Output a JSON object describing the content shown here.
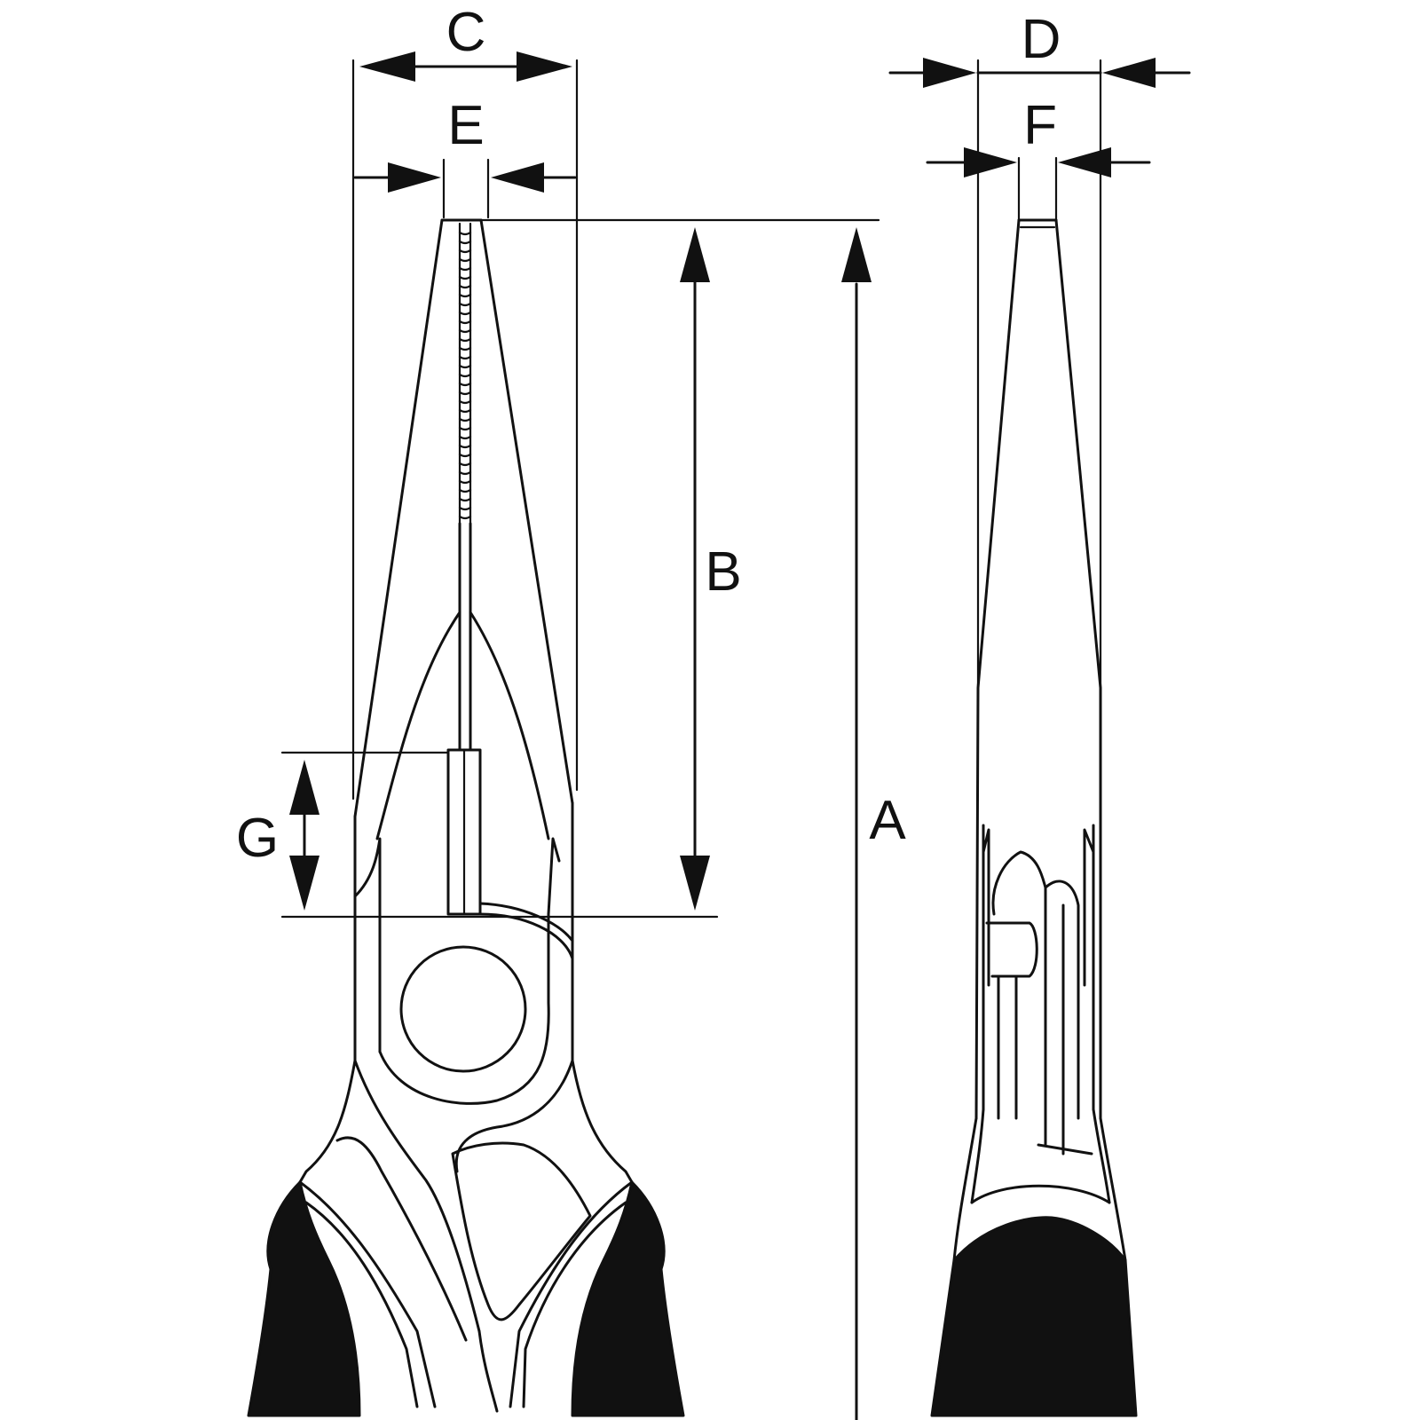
{
  "diagram": {
    "labels": {
      "a": "A",
      "b": "B",
      "c": "C",
      "d": "D",
      "e": "E",
      "f": "F",
      "g": "G"
    },
    "colors": {
      "line": "#111111",
      "grip": "#111111",
      "background": "#ffffff"
    },
    "views": [
      "front-view",
      "side-view"
    ]
  }
}
